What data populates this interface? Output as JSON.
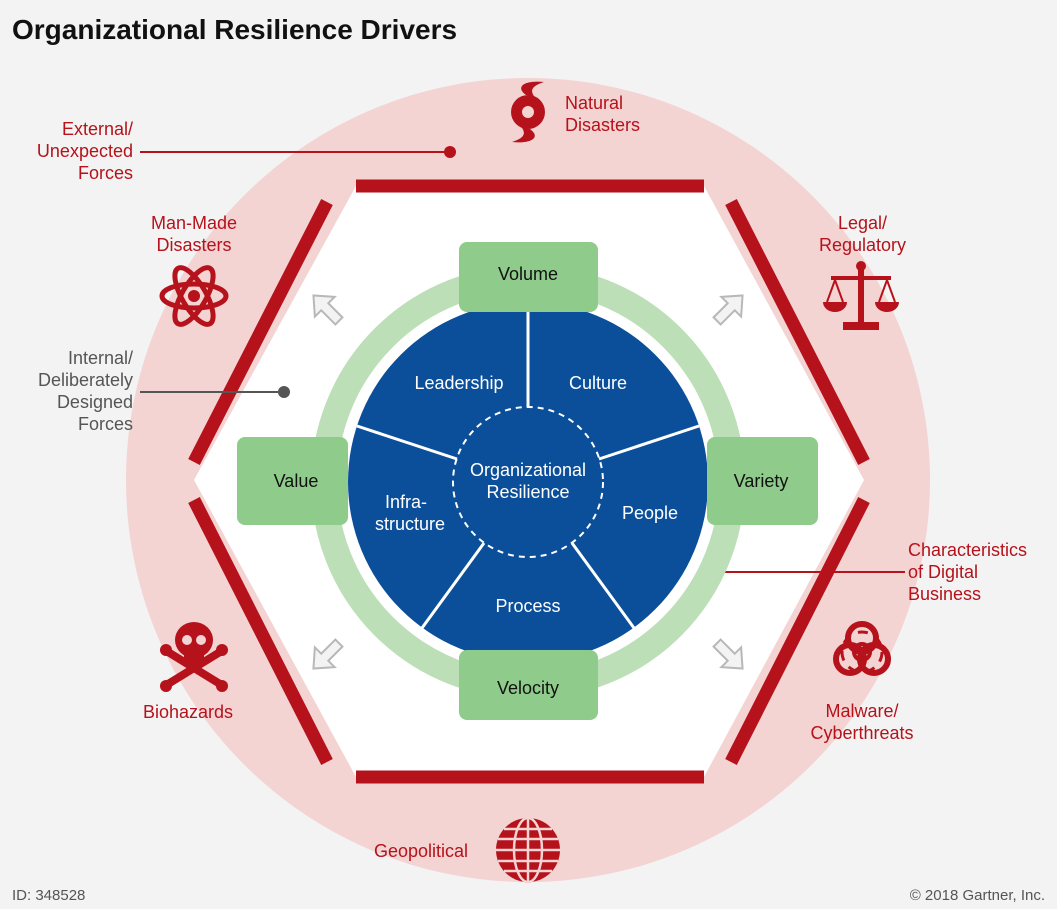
{
  "title": "Organizational Resilience Drivers",
  "center": [
    "Organizational",
    "Resilience"
  ],
  "segments": {
    "leadership": "Leadership",
    "culture": "Culture",
    "people": "People",
    "process": "Process",
    "infrastructure": [
      "Infra-",
      "structure"
    ]
  },
  "characteristics": {
    "volume": "Volume",
    "variety": "Variety",
    "velocity": "Velocity",
    "value": "Value"
  },
  "forces": {
    "natural": [
      "Natural",
      "Disasters"
    ],
    "legal": [
      "Legal/",
      "Regulatory"
    ],
    "malware": [
      "Malware/",
      "Cyberthreats"
    ],
    "geopolitical": "Geopolitical",
    "biohazards": "Biohazards",
    "manmade": [
      "Man-Made",
      "Disasters"
    ]
  },
  "callouts": {
    "external": [
      "External/",
      "Unexpected",
      "Forces"
    ],
    "internal": [
      "Internal/",
      "Deliberately",
      "Designed",
      "Forces"
    ],
    "digital": [
      "Characteristics",
      "of Digital",
      "Business"
    ]
  },
  "footer": {
    "id": "ID: 348528",
    "copyright": "© 2018 Gartner, Inc."
  },
  "colors": {
    "red": "#b5121b",
    "navy": "#0b4f9a",
    "green": "#8fcb8a",
    "light_green": "#bcdfb7",
    "pink": "#f4d3d3"
  }
}
